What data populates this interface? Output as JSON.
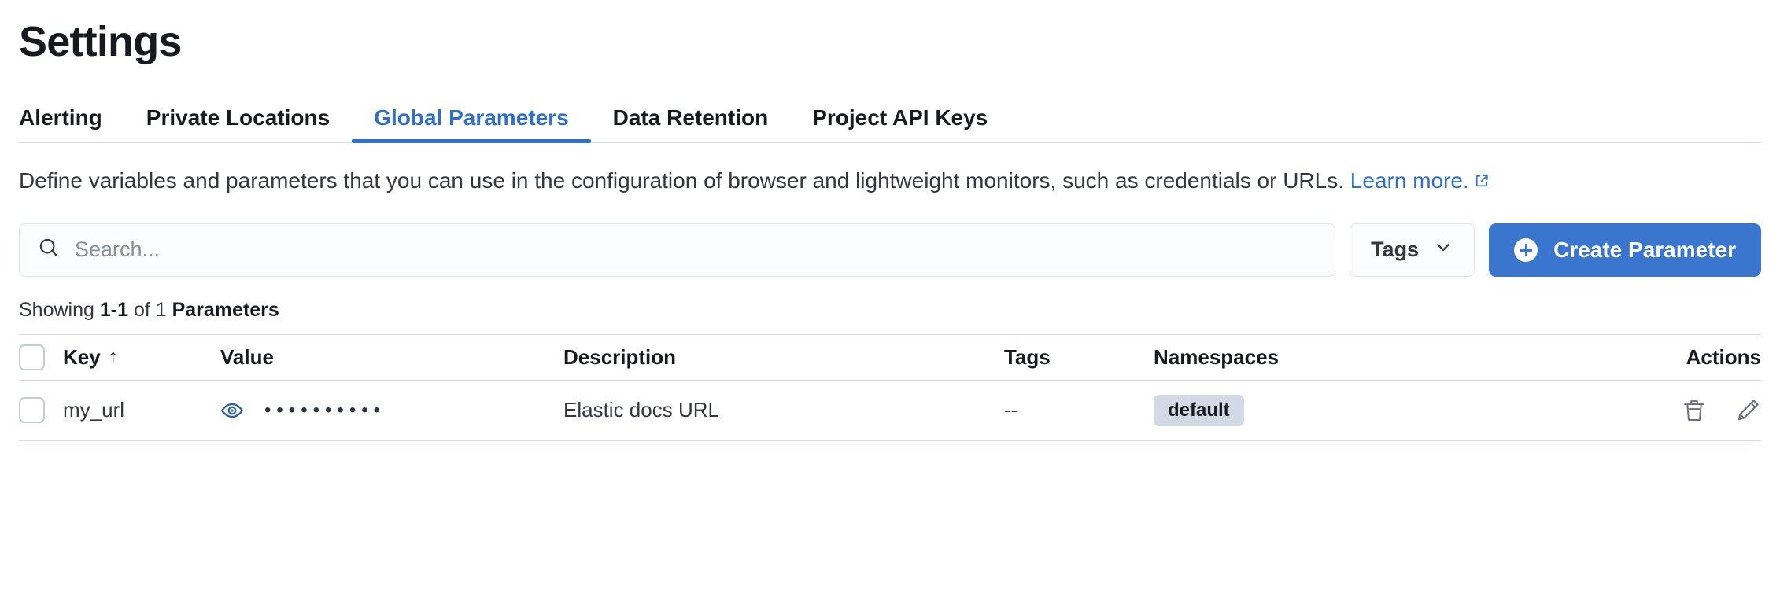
{
  "header": {
    "title": "Settings"
  },
  "tabs": [
    {
      "label": "Alerting",
      "active": false
    },
    {
      "label": "Private Locations",
      "active": false
    },
    {
      "label": "Global Parameters",
      "active": true
    },
    {
      "label": "Data Retention",
      "active": false
    },
    {
      "label": "Project API Keys",
      "active": false
    }
  ],
  "description": {
    "text": "Define variables and parameters that you can use in the configuration of browser and lightweight monitors, such as credentials or URLs.",
    "link_text": "Learn more.",
    "link_icon": "external-link-icon"
  },
  "toolbar": {
    "search_placeholder": "Search...",
    "search_value": "",
    "search_icon": "search-icon",
    "tags_label": "Tags",
    "tags_icon": "chevron-down-icon",
    "create_label": "Create Parameter",
    "create_icon": "plus-circle-icon"
  },
  "results": {
    "prefix": "Showing ",
    "range": "1-1",
    "middle": " of 1 ",
    "noun": "Parameters"
  },
  "table": {
    "columns": [
      {
        "key": "key",
        "label": "Key",
        "sort": "↑"
      },
      {
        "key": "value",
        "label": "Value"
      },
      {
        "key": "description",
        "label": "Description"
      },
      {
        "key": "tags",
        "label": "Tags"
      },
      {
        "key": "namespaces",
        "label": "Namespaces"
      },
      {
        "key": "actions",
        "label": "Actions"
      }
    ],
    "rows": [
      {
        "key": "my_url",
        "value_masked": "••••••••••",
        "value_toggle_icon": "eye-icon",
        "description": "Elastic docs URL",
        "tags": "--",
        "namespaces": "default",
        "actions": [
          "delete-icon",
          "edit-icon"
        ]
      }
    ]
  },
  "colors": {
    "accent_blue": "#3a76cd",
    "tab_active_blue": "#2f6fd0",
    "link_blue": "#2f6fd0",
    "border": "#d3dae6",
    "badge_bg": "#d3dae6",
    "text": "#343741",
    "heading": "#16191d"
  }
}
